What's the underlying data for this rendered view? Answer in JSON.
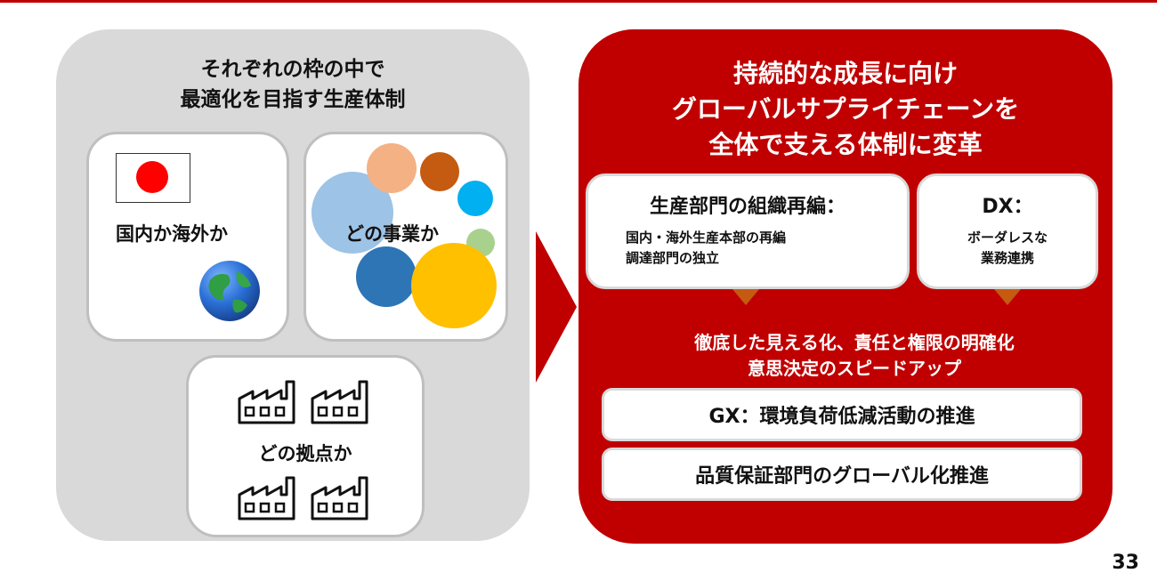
{
  "left_panel": {
    "title_lines": [
      "それぞれの枠の中で",
      "最適化を目指す生産体制"
    ],
    "cards": {
      "domestic": {
        "label": "国内か海外か",
        "icons": [
          "japan-flag-icon",
          "globe-icon"
        ]
      },
      "business": {
        "label": "どの事業か",
        "icons": [
          "bubbles-icon"
        ]
      },
      "site": {
        "label": "どの拠点か",
        "icons": [
          "factory-icon"
        ]
      }
    },
    "bubble_colors": [
      "#9dc3e6",
      "#f4b183",
      "#c55a11",
      "#00b0f0",
      "#a9d18e",
      "#2e75b6",
      "#ffc000"
    ]
  },
  "right_panel": {
    "title_lines": [
      "持続的な成長に向け",
      "グローバルサプライチェーンを",
      "全体で支える体制に変革"
    ],
    "org_card": {
      "title": "生産部門の組織再編：",
      "lines": [
        "国内・海外生産本部の再編",
        "調達部門の独立"
      ]
    },
    "dx_card": {
      "title": "DX：",
      "lines": [
        "ボーダレスな",
        "業務連携"
      ]
    },
    "result_lines": [
      "徹底した見える化、責任と権限の明確化",
      "意思決定のスピードアップ"
    ],
    "bars": [
      "GX：環境負荷低減活動の推進",
      "品質保証部門のグローバル化推進"
    ]
  },
  "page_number": "33",
  "colors": {
    "accent_red": "#c00000",
    "panel_gray": "#d9d9d9",
    "connector_orange": "#c55a11"
  }
}
